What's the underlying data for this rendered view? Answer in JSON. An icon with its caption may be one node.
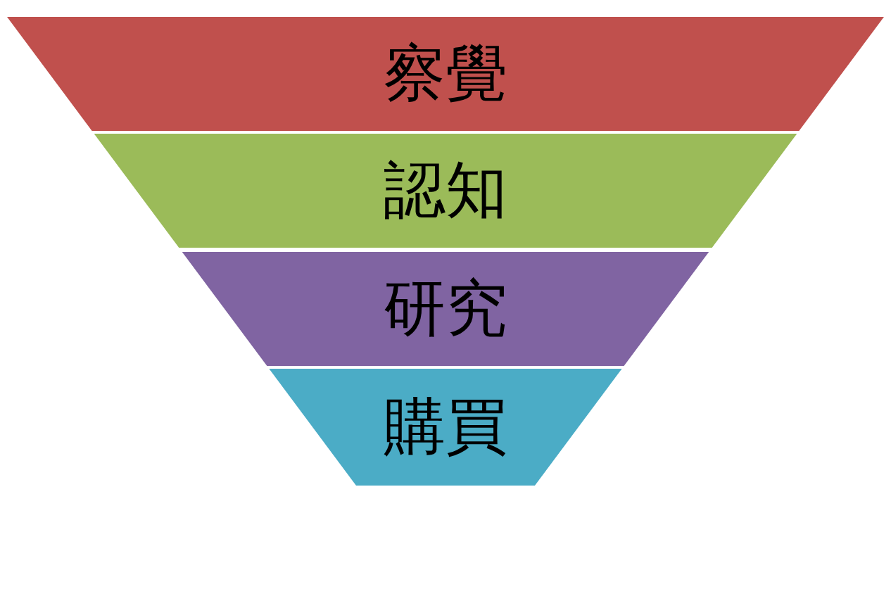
{
  "diagram": {
    "nodes": [
      {
        "text": [
          "察覺"
        ]
      },
      {
        "text": [
          "認知"
        ]
      },
      {
        "text": [
          "研究"
        ]
      },
      {
        "text": [
          "購買"
        ]
      }
    ]
  }
}
